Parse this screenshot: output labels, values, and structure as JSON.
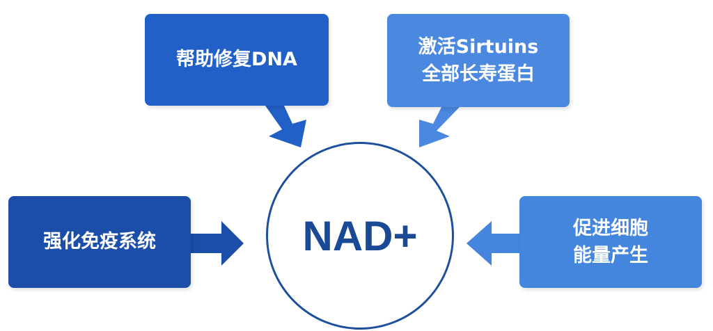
{
  "diagram": {
    "center_label": "NAD+",
    "boxes": {
      "dna": [
        "帮助修复DNA"
      ],
      "sirtuins": [
        "激活Sirtuins",
        "全部长寿蛋白"
      ],
      "immune": [
        "强化免疫系统"
      ],
      "energy": [
        "促进细胞",
        "能量产生"
      ]
    }
  },
  "colors": {
    "box_dna": "#2160c7",
    "box_sirtuins": "#4b88e0",
    "box_immune": "#1a4ea8",
    "box_energy": "#4485dd",
    "center_border": "#1e4f9e",
    "center_text": "#1a4a96"
  }
}
